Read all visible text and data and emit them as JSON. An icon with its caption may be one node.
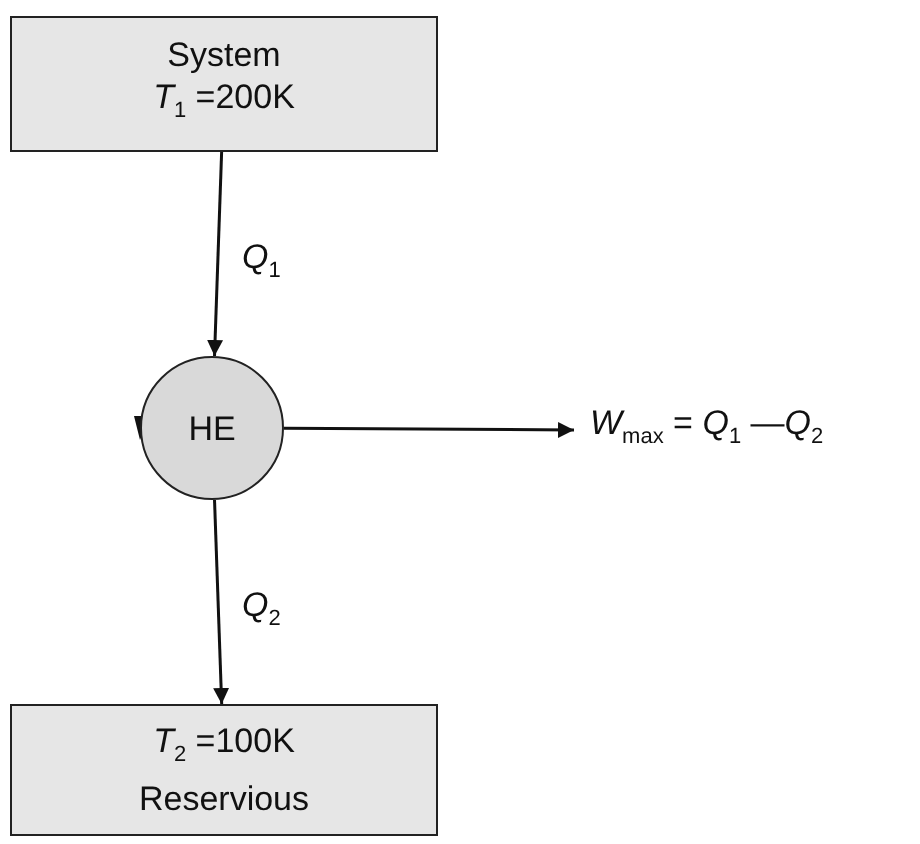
{
  "diagram": {
    "nodes": [
      {
        "text": [
          "System",
          "*T*$_{1}$ =200K"
        ]
      },
      {
        "text": [
          "HE"
        ]
      },
      {
        "text": [
          "*T*$_{2}$ =100K",
          "Reservious"
        ]
      },
      {
        "text": [
          "*W*$_{max}$ = *Q*$_{1}$ —*Q*$_{2}$"
        ]
      }
    ],
    "edges": [
      {
        "from": 0,
        "to": 1,
        "arrow": "to",
        "label": "*Q*$_{1}$"
      },
      {
        "from": 1,
        "to": 2,
        "arrow": "to",
        "label": "*Q*$_{2}$"
      },
      {
        "from": 1,
        "to": 3,
        "arrow": "to"
      }
    ]
  }
}
